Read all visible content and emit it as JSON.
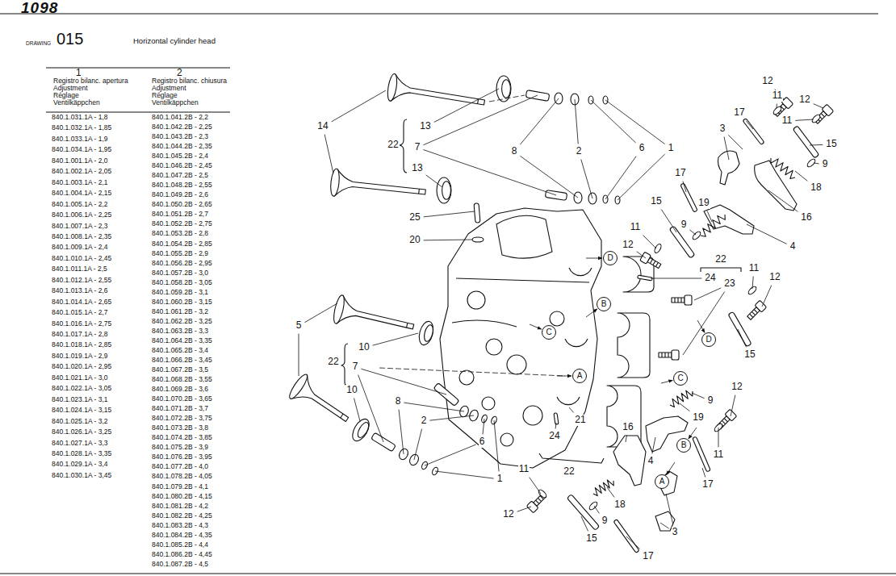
{
  "diagram": {
    "title": "Horizontal cylinder head",
    "nodes": [
      {
        "text": [
          "D"
        ]
      },
      {
        "text": [
          "B"
        ]
      },
      {
        "text": [
          "C"
        ]
      },
      {
        "text": [
          "D"
        ]
      },
      {
        "text": [
          "A"
        ]
      },
      {
        "text": [
          "C"
        ]
      },
      {
        "text": [
          "B"
        ]
      },
      {
        "text": [
          "A"
        ]
      }
    ],
    "labels": [
      "1098",
      "DRAWING",
      "015",
      "1",
      "Registro bilanc. apertura",
      "Adjustment",
      "Réglage",
      "Ventilkäppchen",
      "2",
      "Registro bilanc. chiusura",
      "Adjustment",
      "Réglage",
      "Ventilkäppchen",
      "840.1.031.1A - 1,8",
      "840.1.032.1A - 1,85",
      "840.1.033.1A - 1,9",
      "840.1.034.1A - 1,95",
      "840.1.001.1A - 2,0",
      "840.1.002.1A - 2,05",
      "840.1.003.1A - 2,1",
      "840.1.004.1A - 2,15",
      "840.1.005.1A - 2,2",
      "840.1.006.1A - 2,25",
      "840.1.007.1A - 2,3",
      "840.1.008.1A - 2,35",
      "840.1.009.1A - 2,4",
      "840.1.010.1A - 2,45",
      "840.1.011.1A - 2,5",
      "840.1.012.1A - 2,55",
      "840.1.013.1A - 2,6",
      "840.1.014.1A - 2,65",
      "840.1.015.1A - 2,7",
      "840.1.016.1A - 2,75",
      "840.1.017.1A - 2,8",
      "840.1.018.1A - 2,85",
      "840.1.019.1A - 2,9",
      "840.1.020.1A - 2,95",
      "840.1.021.1A - 3,0",
      "840.1.022.1A - 3,05",
      "840.1.023.1A - 3,1",
      "840.1.024.1A - 3,15",
      "840.1.025.1A - 3,2",
      "840.1.026.1A - 3,25",
      "840.1.027.1A - 3,3",
      "840.1.028.1A - 3,35",
      "840.1.029.1A - 3,4",
      "840.1.030.1A - 3,45",
      "840.1.041.2B - 2,2",
      "840.1.042.2B - 2,25",
      "840.1.043.2B - 2,3",
      "840.1.044.2B - 2,35",
      "840.1.045.2B - 2,4",
      "840.1.046.2B - 2,45",
      "840.1.047.2B - 2,5",
      "840.1.048.2B - 2,55",
      "840.1.049.2B - 2,6",
      "840.1.050.2B - 2,65",
      "840.1.051.2B - 2,7",
      "840.1.052.2B - 2,75",
      "840.1.053.2B - 2,8",
      "840.1.054.2B - 2,85",
      "840.1.055.2B - 2,9",
      "840.1.056.2B - 2,95",
      "840.1.057.2B - 3,0",
      "840.1.058.2B - 3,05",
      "840.1.059.2B - 3,1",
      "840.1.060.2B - 3,15",
      "840.1.061.2B - 3,2",
      "840.1.062.2B - 3,25",
      "840.1.063.2B - 3,3",
      "840.1.064.2B - 3,35",
      "840.1.065.2B - 3,4",
      "840.1.066.2B - 3,45",
      "840.1.067.2B - 3,5",
      "840.1.068.2B - 3,55",
      "840.1.069.2B - 3,6",
      "840.1.070.2B - 3,65",
      "840.1.071.2B - 3,7",
      "840.1.072.2B - 3,75",
      "840.1.073.2B - 3,8",
      "840.1.074.2B - 3,85",
      "840.1.075.2B - 3,9",
      "840.1.076.2B - 3,95",
      "840.1.077.2B - 4,0",
      "840.1.078.2B - 4,05",
      "840.1.079.2B - 4,1",
      "840.1.080.2B - 4,15",
      "840.1.081.2B - 4,2",
      "840.1.082.2B - 4,25",
      "840.1.083.2B - 4,3",
      "840.1.084.2B - 4,35",
      "840.1.085.2B - 4,4",
      "840.1.086.2B - 4,45",
      "840.1.087.2B - 4,5",
      "14",
      "13",
      "22",
      "7",
      "13",
      "8",
      "2",
      "6",
      "1",
      "25",
      "20",
      "12",
      "11",
      "12",
      "17",
      "3",
      "11",
      "15",
      "9",
      "18",
      "16",
      "17",
      "15",
      "19",
      "9",
      "4",
      "11",
      "12",
      "22",
      "23",
      "24",
      "11",
      "12",
      "15",
      "5",
      "10",
      "22",
      "7",
      "10",
      "8",
      "2",
      "6",
      "1",
      "21",
      "24",
      "22",
      "9",
      "19",
      "12",
      "4",
      "16",
      "11",
      "17",
      "11",
      "12",
      "9",
      "18",
      "15",
      "3",
      "17"
    ]
  }
}
